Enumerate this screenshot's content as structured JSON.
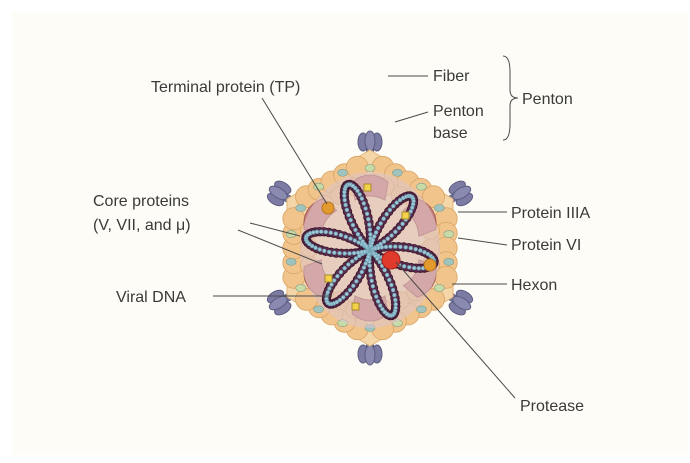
{
  "labels": {
    "terminal_protein": "Terminal protein (TP)",
    "fiber": "Fiber",
    "penton_base_line1": "Penton",
    "penton_base_line2": "base",
    "penton": "Penton",
    "core_proteins_line1": "Core proteins",
    "core_proteins_line2": "(V, VII, and μ)",
    "protein_iiia": "Protein IIIA",
    "protein_vi": "Protein VI",
    "hexon": "Hexon",
    "viral_dna": "Viral DNA",
    "protease": "Protease"
  },
  "colors": {
    "hexon": "#f1c48c",
    "penton_base": "#c9807a",
    "fiber": "#7c7ba3",
    "protein_iiia": "#c7dba7",
    "protein_vi": "#9fc3be",
    "core_protein": "#5a2a4a",
    "dna": "#9fc7d6",
    "terminal_protein": "#e29a2e",
    "protease": "#e03a2c"
  }
}
